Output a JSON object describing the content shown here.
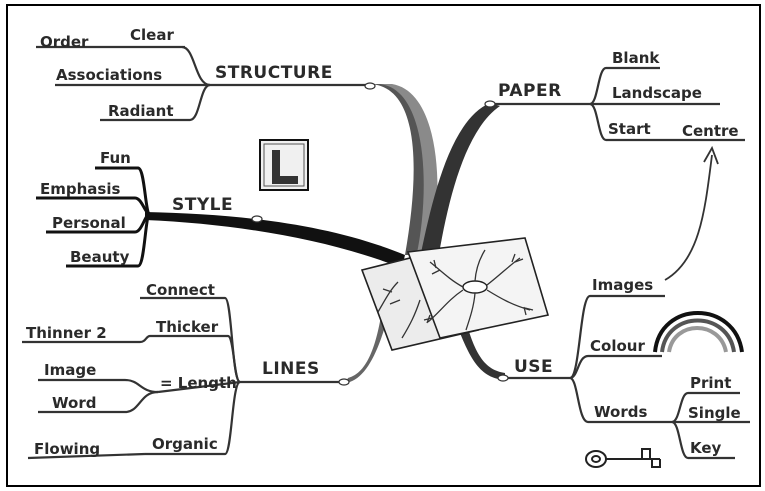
{
  "branches": {
    "structure": {
      "label": "STRUCTURE",
      "children": [
        "Clear",
        "Order",
        "Associations",
        "Radiant"
      ]
    },
    "style": {
      "label": "STYLE",
      "children": [
        "Fun",
        "Emphasis",
        "Personal",
        "Beauty"
      ],
      "badge": "L"
    },
    "lines": {
      "label": "LINES",
      "children": [
        "Connect",
        "Thicker",
        "Thinner 2",
        "= Length",
        "Image",
        "Word",
        "Organic",
        "Flowing"
      ]
    },
    "paper": {
      "label": "PAPER",
      "children": [
        "Blank",
        "Landscape",
        "Start",
        "Centre"
      ]
    },
    "use": {
      "label": "USE",
      "children": [
        "Images",
        "Colour",
        "Words",
        "Print",
        "Single",
        "Key"
      ]
    }
  },
  "colors": {
    "ink": "#2a2a2a",
    "branch_dark": "#111111",
    "branch_grey": "#777777",
    "paper_fill": "#ececec"
  }
}
